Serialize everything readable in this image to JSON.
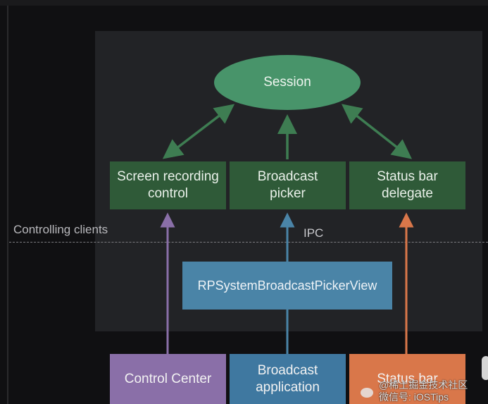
{
  "diagram": {
    "session_label": "Session",
    "services": {
      "screen_recording": "Screen recording control",
      "broadcast_picker": "Broadcast picker",
      "status_bar_delegate": "Status bar delegate"
    },
    "controlling_clients_label": "Controlling clients",
    "ipc_label": "IPC",
    "picker_view_label": "RPSystemBroadcastPickerView",
    "clients": {
      "control_center": "Control Center",
      "broadcast_application": "Broadcast application",
      "status_bar": "Status bar"
    },
    "colors": {
      "session": "#48946a",
      "service_box": "#2f5a38",
      "arrow_green": "#3e7d52",
      "control_center": "#8a6fa8",
      "broadcast_application": "#3f78a0",
      "status_bar": "#d9774a",
      "picker_view": "#4a84a7"
    }
  },
  "watermark": {
    "line1": "@稀土掘金技术社区",
    "line2": "微信号: iOSTips"
  }
}
